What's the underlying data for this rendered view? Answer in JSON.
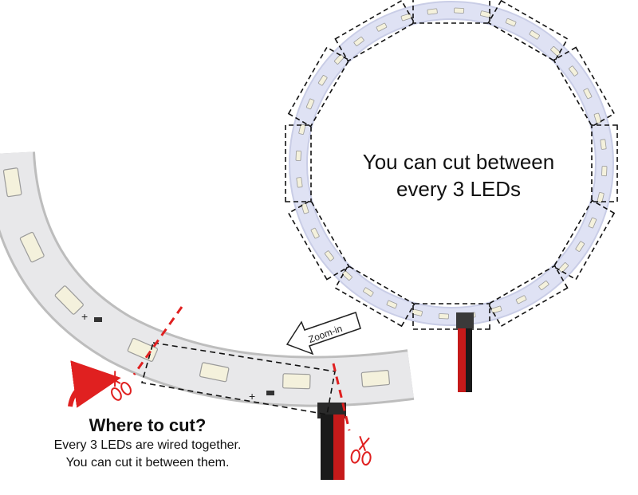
{
  "colors": {
    "strip": "#e6e6ea",
    "ring": "#dfe2f4",
    "led": "#f4f1dc",
    "led_border": "#9a9a9a",
    "cut_line": "#e02020",
    "dash": "#111111",
    "cable_red": "#c51a1a",
    "cable_black": "#1a1a1a"
  },
  "icons": {
    "scissors": "scissors-icon",
    "arrow": "curved-arrow-icon",
    "zoom_arrow": "zoom-arrow-icon"
  },
  "ring": {
    "caption_line1": "You can cut between",
    "caption_line2": "every 3 LEDs"
  },
  "zoom_label": "Zoom-in",
  "cut": {
    "title": "Where to cut?",
    "line1": "Every 3 LEDs are wired together.",
    "line2": "You can cut it between them."
  },
  "polarity": {
    "plus": "+"
  }
}
